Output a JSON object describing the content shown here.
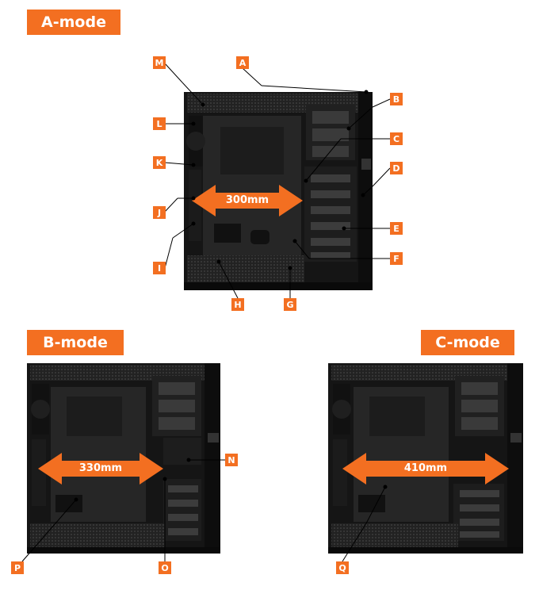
{
  "modes": {
    "a": {
      "label": "A-mode",
      "width_label": "300mm"
    },
    "b": {
      "label": "B-mode",
      "width_label": "330mm"
    },
    "c": {
      "label": "C-mode",
      "width_label": "410mm"
    }
  },
  "callouts": [
    "A",
    "B",
    "C",
    "D",
    "E",
    "F",
    "G",
    "H",
    "I",
    "J",
    "K",
    "L",
    "M",
    "N",
    "O",
    "P",
    "Q"
  ],
  "colors": {
    "accent": "#f36f21",
    "case_dark": "#1a1a1a",
    "panel": "#2b2b2b",
    "line": "#000000"
  }
}
